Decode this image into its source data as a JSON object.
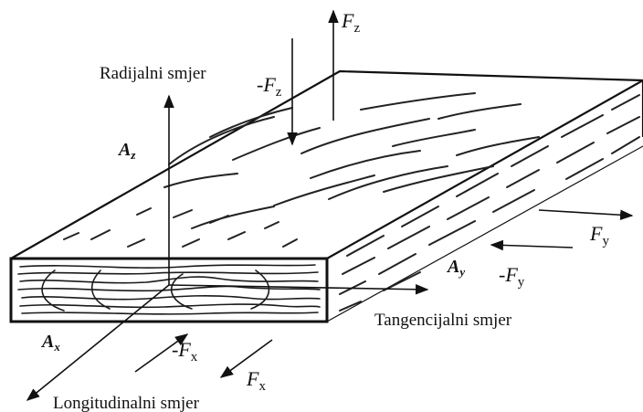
{
  "labels": {
    "radial_direction": "Radijalni smjer",
    "tangential_direction": "Tangencijalni smjer",
    "longitudinal_direction": "Longitudinalni smjer",
    "area_z": "A",
    "area_z_sub": "z",
    "area_y": "A",
    "area_y_sub": "y",
    "area_x": "A",
    "area_x_sub": "x",
    "force_z": "F",
    "force_z_sub": "z",
    "force_z_neg": "-F",
    "force_z_neg_sub": "z",
    "force_y": "F",
    "force_y_sub": "y",
    "force_y_neg": "-F",
    "force_y_neg_sub": "y",
    "force_x": "F",
    "force_x_sub": "x",
    "force_x_neg": "-F",
    "force_x_neg_sub": "x"
  },
  "colors": {
    "ink": "#111111",
    "background": "#ffffff"
  }
}
